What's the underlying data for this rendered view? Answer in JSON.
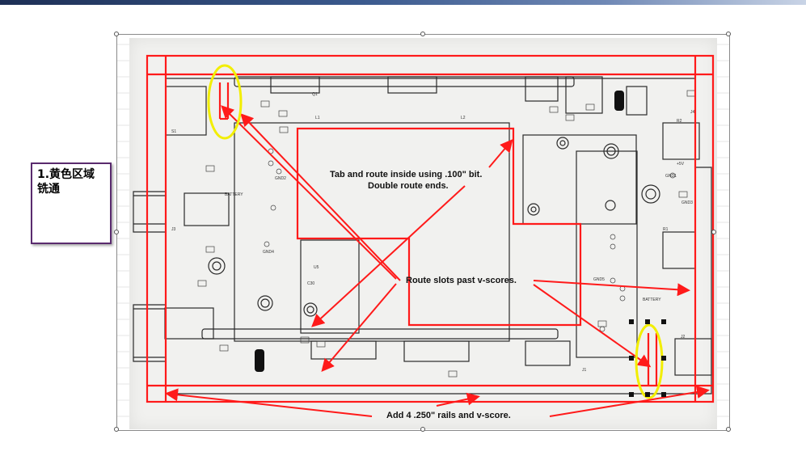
{
  "header": {
    "left_text": "",
    "center_text": ""
  },
  "callout": {
    "line1": "1.黄色区域",
    "line2": "铣通"
  },
  "annotations": {
    "tab_route_line1": "Tab and route inside using .100\" bit.",
    "tab_route_line2": "Double route ends.",
    "route_slots": "Route slots past v-scores.",
    "add_rails": "Add 4   .250\" rails and v-score."
  },
  "board_labels": {
    "battery_top": "BATTERY",
    "battery_bottom": "BATTERY",
    "u5": "U5",
    "c30": "C30",
    "gnd1": "GND1",
    "gnd2": "GND2",
    "gnd3": "GND3",
    "gnd4": "GND4",
    "gnd5": "GND5",
    "j1": "J1",
    "j2": "J2",
    "j3": "J3",
    "j4": "J4",
    "q1": "Q1",
    "l1": "L1",
    "l2": "L2",
    "r1": "R1",
    "r2": "R2",
    "s1": "S1",
    "5v": "+5V"
  },
  "colors": {
    "annotation_red": "#ff1a1a",
    "highlight_yellow": "#f2ee00",
    "callout_border": "#5a2b6e"
  }
}
